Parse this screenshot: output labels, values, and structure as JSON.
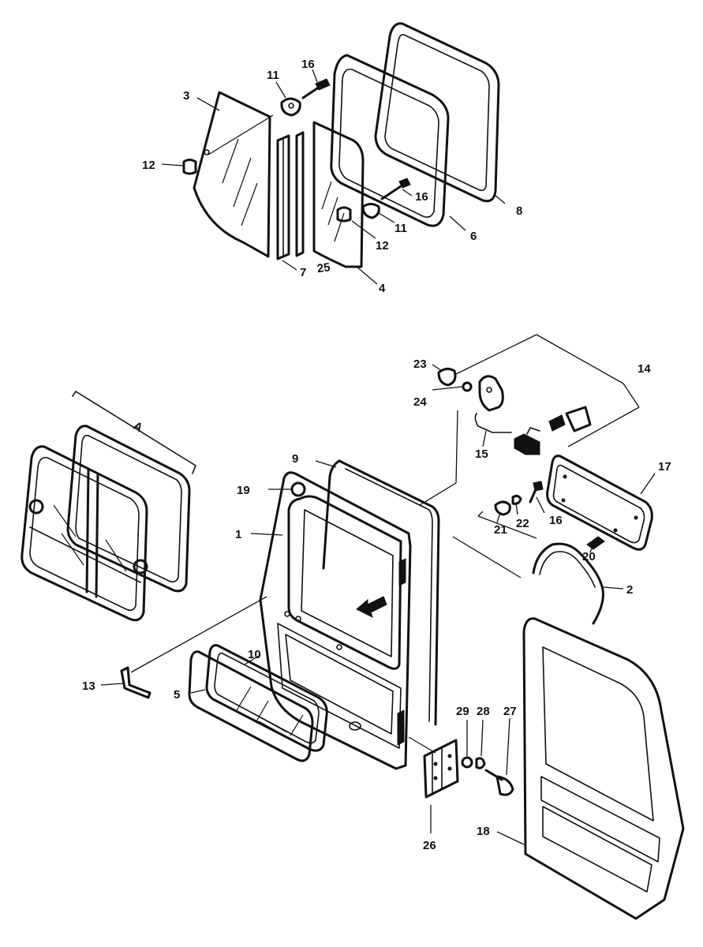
{
  "callouts": [
    {
      "id": "c1",
      "text": "1"
    },
    {
      "id": "c2",
      "text": "2"
    },
    {
      "id": "c3",
      "text": "3"
    },
    {
      "id": "c4",
      "text": "4"
    },
    {
      "id": "c5",
      "text": "5"
    },
    {
      "id": "c6",
      "text": "6"
    },
    {
      "id": "c7",
      "text": "7"
    },
    {
      "id": "c8",
      "text": "8"
    },
    {
      "id": "c9",
      "text": "9"
    },
    {
      "id": "c10",
      "text": "10"
    },
    {
      "id": "c11a",
      "text": "11"
    },
    {
      "id": "c11b",
      "text": "11"
    },
    {
      "id": "c12a",
      "text": "12"
    },
    {
      "id": "c12b",
      "text": "12"
    },
    {
      "id": "c13",
      "text": "13"
    },
    {
      "id": "c14",
      "text": "14"
    },
    {
      "id": "c15",
      "text": "15"
    },
    {
      "id": "c16a",
      "text": "16"
    },
    {
      "id": "c16b",
      "text": "16"
    },
    {
      "id": "c16c",
      "text": "16"
    },
    {
      "id": "c17",
      "text": "17"
    },
    {
      "id": "c18",
      "text": "18"
    },
    {
      "id": "c19",
      "text": "19"
    },
    {
      "id": "c20",
      "text": "20"
    },
    {
      "id": "c21",
      "text": "21"
    },
    {
      "id": "c22",
      "text": "22"
    },
    {
      "id": "c23",
      "text": "23"
    },
    {
      "id": "c24",
      "text": "24"
    },
    {
      "id": "c25",
      "text": "25"
    },
    {
      "id": "c26",
      "text": "26"
    },
    {
      "id": "c27",
      "text": "27"
    },
    {
      "id": "c28",
      "text": "28"
    },
    {
      "id": "c29",
      "text": "29"
    },
    {
      "id": "cA",
      "text": "A"
    }
  ]
}
